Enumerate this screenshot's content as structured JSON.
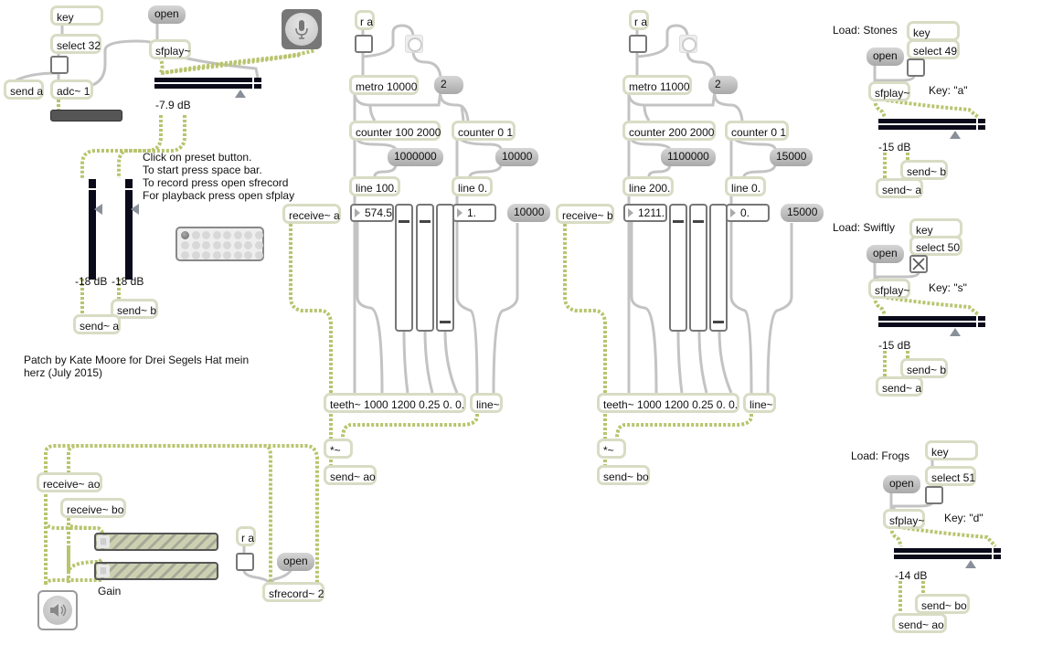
{
  "colors": {
    "audio_cord": "#b7c36a",
    "control_cord": "#c0c0c0",
    "object_border": "#d8dcc4",
    "meter": "#0a0a1a"
  },
  "input_section": {
    "key": "key",
    "select": "select 32",
    "send_a": "send a",
    "adc": "adc~ 1",
    "open": "open",
    "sfplay": "sfplay~",
    "meter_db": "-7.9 dB",
    "adc_icon": "microphone-icon"
  },
  "instructions": "Click on preset button.\nTo start press space bar.\nTo record press open sfrecord\nFor playback press open sfplay",
  "gains": {
    "left_db": "-18 dB",
    "right_db": "-18 dB",
    "send_a": "send~ a",
    "send_b": "send~ b"
  },
  "credit": "Patch by Kate Moore for Drei Segels Hat mein\nherz (July 2015)",
  "voice_a": {
    "ra": "r a",
    "metro": "metro 10000",
    "msg2": "2",
    "counter1": "counter 100 2000",
    "counter2": "counter 0 1",
    "msg_big": "1000000",
    "msg_ramp": "10000",
    "line1": "line 100.",
    "line2": "line 0.",
    "receive": "receive~ a",
    "num1": "574.5",
    "num2": "1.",
    "msg_time": "10000",
    "slider_values": [
      0.9,
      0.9,
      0.02
    ],
    "teeth": "teeth~ 1000 1200 0.25 0. 0.",
    "linesig": "line~",
    "mult": "*~",
    "send": "send~ ao"
  },
  "voice_b": {
    "ra": "r a",
    "metro": "metro 11000",
    "msg2": "2",
    "counter1": "counter 200 2000",
    "counter2": "counter 0 1",
    "msg_big": "1100000",
    "msg_ramp": "15000",
    "line1": "line 200.",
    "line2": "line 0.",
    "receive": "receive~ b",
    "num1": "1211.",
    "num2": "0.",
    "msg_time": "15000",
    "slider_values": [
      0.9,
      0.9,
      0.02
    ],
    "teeth": "teeth~ 1000 1200 0.25 0. 0.",
    "linesig": "line~",
    "mult": "*~",
    "send": "send~ bo"
  },
  "output": {
    "receive_ao": "receive~ ao",
    "receive_bo": "receive~ bo",
    "gain_label": "Gain",
    "gain_values": [
      0.0,
      0.0
    ],
    "ra": "r a",
    "open": "open",
    "sfrecord": "sfrecord~ 2",
    "dac_icon": "speaker-icon"
  },
  "loaders": [
    {
      "label": "Load: Stones",
      "key": "key",
      "select": "select 49",
      "open": "open",
      "sfplay": "sfplay~",
      "key_hint": "Key: \"a\"",
      "db": "-15 dB",
      "send1": "send~ b",
      "send2": "send~ a",
      "toggle_on": false
    },
    {
      "label": "Load: Swiftly",
      "key": "key",
      "select": "select 50",
      "open": "open",
      "sfplay": "sfplay~",
      "key_hint": "Key: \"s\"",
      "db": "-15 dB",
      "send1": "send~ b",
      "send2": "send~ a",
      "toggle_on": true
    },
    {
      "label": "Load: Frogs",
      "key": "key",
      "select": "select 51",
      "open": "open",
      "sfplay": "sfplay~",
      "key_hint": "Key: \"d\"",
      "db": "-14 dB",
      "send1": "send~ bo",
      "send2": "send~ ao",
      "toggle_on": false
    }
  ],
  "preset": {
    "rows": 3,
    "cols": 8,
    "active": 0
  }
}
